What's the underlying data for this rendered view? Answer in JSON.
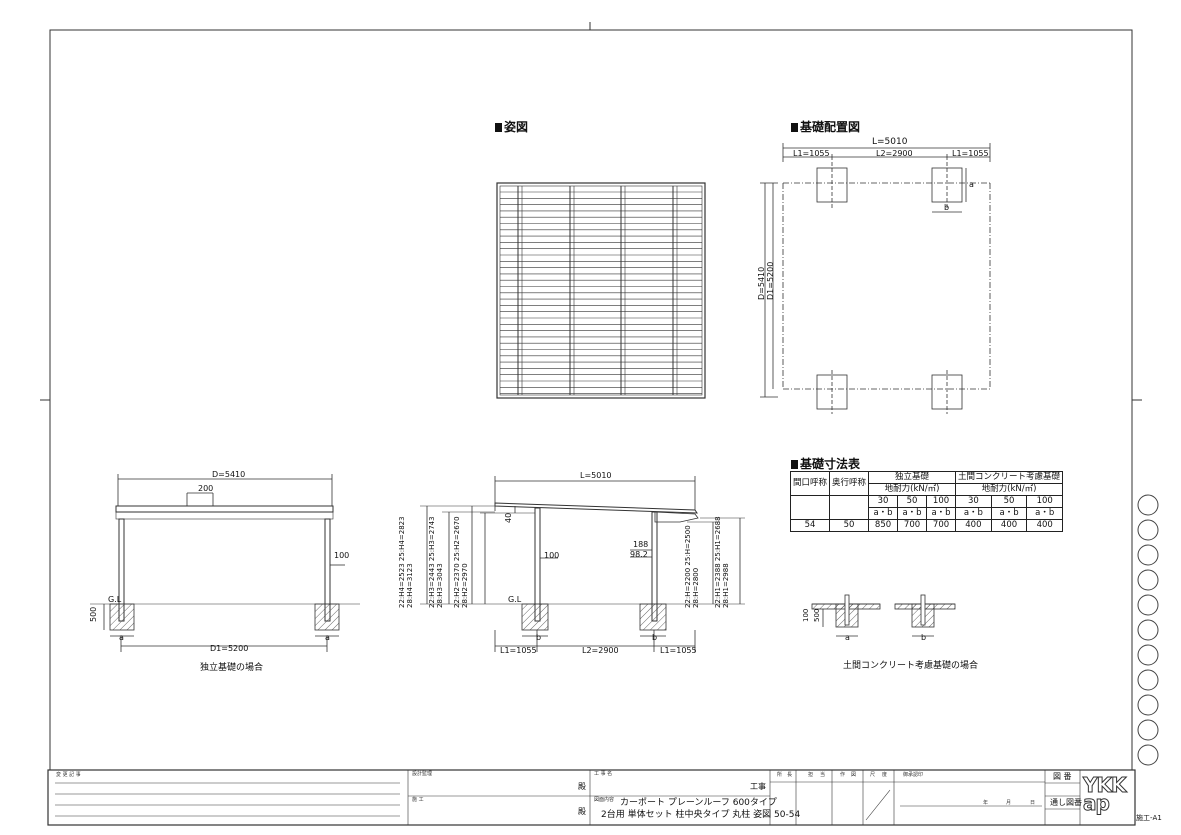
{
  "headings": {
    "view": "姿図",
    "foundation_layout": "基礎配置図",
    "foundation_table": "基礎寸法表"
  },
  "plan": {
    "L": "L=5010",
    "L1_left": "L1=1055",
    "L2": "L2=2900",
    "L1_right": "L1=1055",
    "D": "D=5410",
    "D1": "D1=5200",
    "a": "a",
    "b": "b"
  },
  "side_view": {
    "D": "D=5410",
    "w200": "200",
    "d100": "100",
    "gl": "G.L",
    "d500": "500",
    "a_left": "a",
    "a_right": "a",
    "D1": "D1=5200",
    "caption": "独立基礎の場合"
  },
  "front_view": {
    "L": "L=5010",
    "d40": "40",
    "d100": "100",
    "d188": "188",
    "d98": "98.2",
    "gl": "G.L",
    "b_left": "b",
    "b_right": "b",
    "L1_left": "L1=1055",
    "L2": "L2=2900",
    "L1_right": "L1=1055",
    "heights_left_outer": "22:H4=2523 25:H4=2823 28:H4=3123",
    "heights_left_mid": "22:H3=2443 25:H3=2743 28:H3=3043",
    "heights_left_inner": "22:H2=2370 25:H2=2670 28:H2=2970",
    "heights_right_inner": "22:H=2200 25:H=2500 28:H=2800",
    "heights_right_outer": "22:H1=2388 25:H1=2688 28:H1=2988"
  },
  "table": {
    "col_opening": "間口呼称",
    "col_depth": "奥行呼称",
    "group_independent": "独立基礎",
    "group_concrete": "土間コンクリート考慮基礎",
    "bearing": "地耐力(kN/㎡)",
    "bearing_values": [
      "30",
      "50",
      "100",
      "30",
      "50",
      "100"
    ],
    "ab": "a・b",
    "row": {
      "opening": "54",
      "depth": "50",
      "values": [
        "850",
        "700",
        "700",
        "400",
        "400",
        "400"
      ]
    }
  },
  "concrete": {
    "d100": "100",
    "d500": "500",
    "a": "a",
    "b": "b",
    "caption": "土間コンクリート考慮基礎の場合"
  },
  "title_block": {
    "change_record": "変 更 記 事",
    "design_supervision": "設計監理",
    "construction": "施 工",
    "dono1": "殿",
    "dono2": "殿",
    "project_name_label": "工 事 名",
    "project_suffix": "工事",
    "drawing_content_label": "図面内容",
    "drawing_line1": "カーポート プレーンルーフ 600タイプ",
    "drawing_line2": "2台用 単体セット 柱中央タイプ 丸柱 姿図 50-54",
    "columns": [
      "所",
      "長",
      "担",
      "当",
      "作",
      "図",
      "尺",
      "度"
    ],
    "approval": "御承認印",
    "date_year": "年",
    "date_month": "月",
    "date_day": "日",
    "drawing_no": "図 番",
    "serial_no": "通し図番",
    "logo": "YKK ap",
    "sheet_code": "施工-A1"
  }
}
